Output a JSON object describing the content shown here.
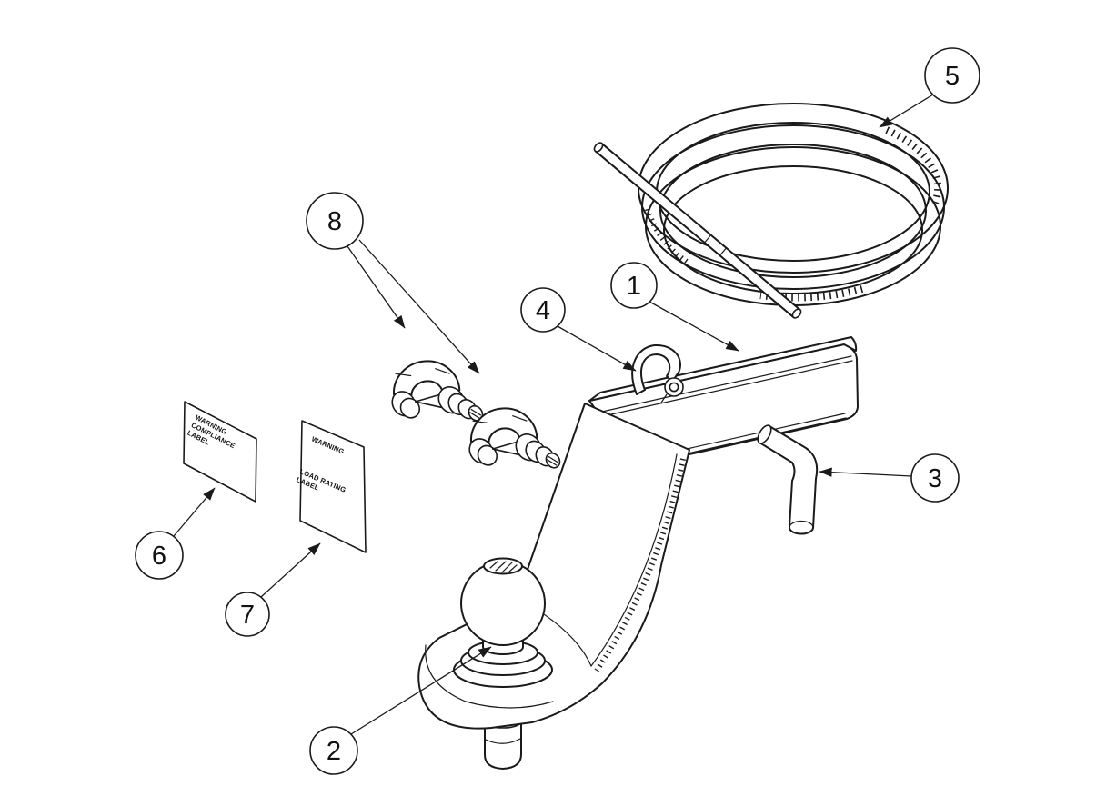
{
  "colors": {
    "background": "#ffffff",
    "line": "#1a1a1a",
    "text": "#111111"
  },
  "callouts": [
    {
      "number": "1"
    },
    {
      "number": "2"
    },
    {
      "number": "3"
    },
    {
      "number": "4"
    },
    {
      "number": "5"
    },
    {
      "number": "6"
    },
    {
      "number": "7"
    },
    {
      "number": "8"
    }
  ],
  "labels": {
    "compliance": {
      "lines": [
        "WARNING",
        "COMPLIANCE",
        "LABEL"
      ]
    },
    "load_rating": {
      "lines": [
        "WARNING",
        "LOAD RATING",
        "LABEL"
      ]
    }
  }
}
